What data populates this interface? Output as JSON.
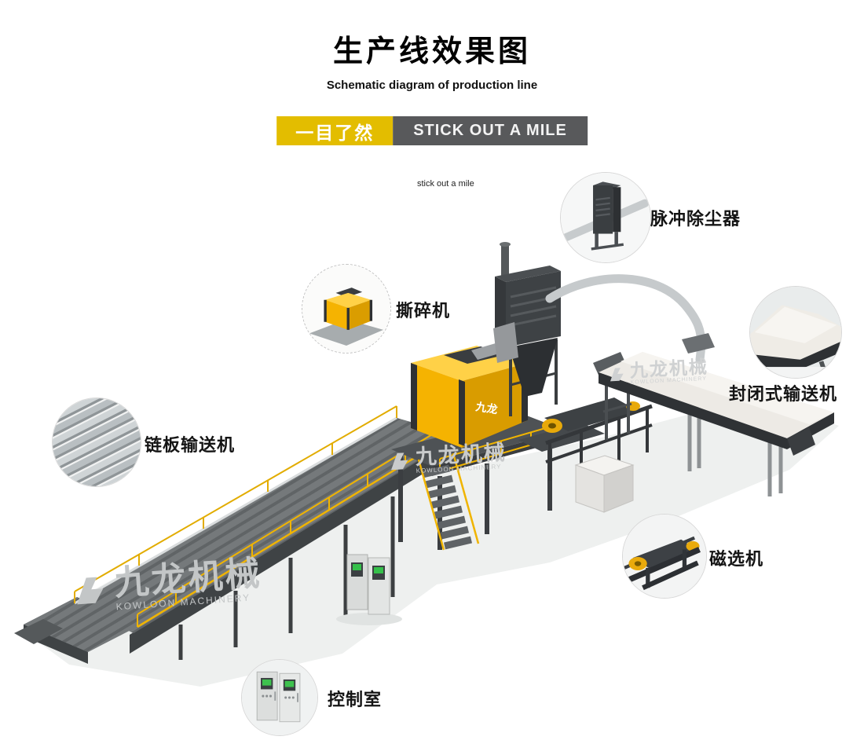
{
  "header": {
    "title": "生产线效果图",
    "subtitle": "Schematic diagram of production line",
    "banner_left": "一目了然",
    "banner_right": "STICK OUT A MILE",
    "tagline": "stick out a mile"
  },
  "callouts": [
    {
      "id": "pulse-dust-collector",
      "label": "脉冲除尘器"
    },
    {
      "id": "shredder",
      "label": "撕碎机"
    },
    {
      "id": "enclosed-conveyor",
      "label": "封闭式输送机"
    },
    {
      "id": "chain-plate-conveyor",
      "label": "链板输送机"
    },
    {
      "id": "magnetic-separator",
      "label": "磁选机"
    },
    {
      "id": "control-room",
      "label": "控制室"
    }
  ],
  "watermark": {
    "cn": "九龙机械",
    "en": "KOWLOON MACHINERY"
  },
  "machine": {
    "brand_label": "九龙"
  },
  "colors": {
    "banner_yellow": "#e3bd00",
    "banner_gray": "#58595b",
    "machine_yellow": "#f5b301",
    "structure_dark": "#3b3e42",
    "cover_white": "#edeae5",
    "railing_yellow": "#f0b400"
  }
}
